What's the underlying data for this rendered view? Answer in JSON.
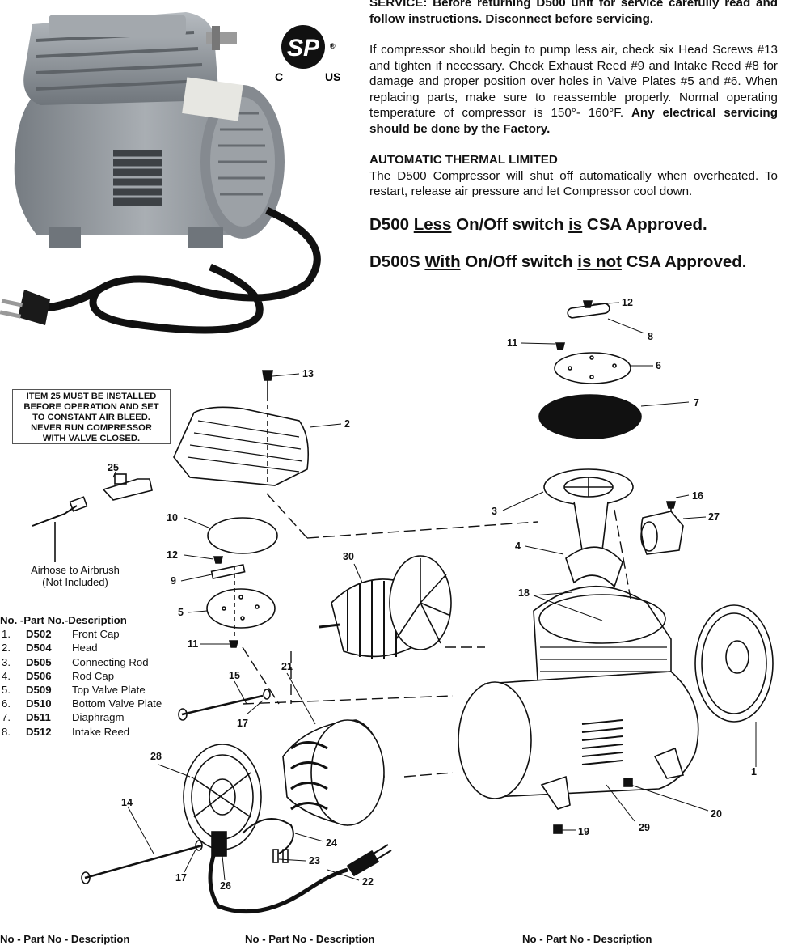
{
  "service": {
    "p1_bold": "SERVICE:  Before returning D500 unit for service carefully read and follow instructions. Disconnect before servicing.",
    "p2_text": "If compressor should begin to pump less air, check six Head Screws #13 and tighten if necessary.  Check Exhaust Reed #9 and Intake Reed #8 for damage and proper position over holes in Valve Plates #5 and #6.  When replacing parts, make sure to reassemble properly.  Normal operating temperature of compressor is 150°- 160°F.",
    "p2_bold": "Any electrical servicing should be done by the Factory.",
    "thermal_heading": "AUTOMATIC THERMAL LIMITED",
    "thermal_text": "The D500 Compressor will shut off automatically when overheated.  To restart, release air pressure and let Compressor cool down."
  },
  "approval": {
    "line1_a": "D500 ",
    "line1_b": "Less",
    "line1_c": " On/Off switch ",
    "line1_d": "is",
    "line1_e": " CSA  Approved.",
    "line2_a": "D500S ",
    "line2_b": "With",
    "line2_c": " On/Off switch ",
    "line2_d": "is not",
    "line2_e": " CSA Approved."
  },
  "csa_logo": {
    "mark": "SP",
    "c": "C",
    "us": "US",
    "reg": "®"
  },
  "warning": [
    "ITEM 25 MUST BE INSTALLED",
    "BEFORE OPERATION AND SET",
    "TO CONSTANT AIR BLEED.",
    "NEVER RUN COMPRESSOR",
    "WITH VALVE CLOSED."
  ],
  "airhose_label": [
    "Airhose to Airbrush",
    "(Not Included)"
  ],
  "parts_header": "No. -Part No.-Description",
  "parts": [
    {
      "no": "1.",
      "part": "D502",
      "desc": "Front Cap"
    },
    {
      "no": "2.",
      "part": "D504",
      "desc": "Head"
    },
    {
      "no": "3.",
      "part": "D505",
      "desc": "Connecting Rod"
    },
    {
      "no": "4.",
      "part": "D506",
      "desc": "Rod Cap"
    },
    {
      "no": "5.",
      "part": "D509",
      "desc": "Top Valve Plate"
    },
    {
      "no": "6.",
      "part": "D510",
      "desc": "Bottom Valve Plate"
    },
    {
      "no": "7.",
      "part": "D511",
      "desc": "Diaphragm"
    },
    {
      "no": "8.",
      "part": "D512",
      "desc": "Intake Reed"
    }
  ],
  "footer_headers": [
    "No - Part No - Description",
    "No -   Part No - Description",
    "No -     Part No - Description"
  ],
  "callouts": [
    "1",
    "2",
    "3",
    "4",
    "5",
    "6",
    "7",
    "8",
    "9",
    "10",
    "11",
    "11",
    "12",
    "12",
    "13",
    "14",
    "15",
    "16",
    "17",
    "17",
    "18",
    "19",
    "20",
    "21",
    "22",
    "23",
    "24",
    "25",
    "26",
    "27",
    "28",
    "29",
    "30"
  ],
  "colors": {
    "compressor_gray": "#8d9298",
    "ink": "#111111"
  }
}
